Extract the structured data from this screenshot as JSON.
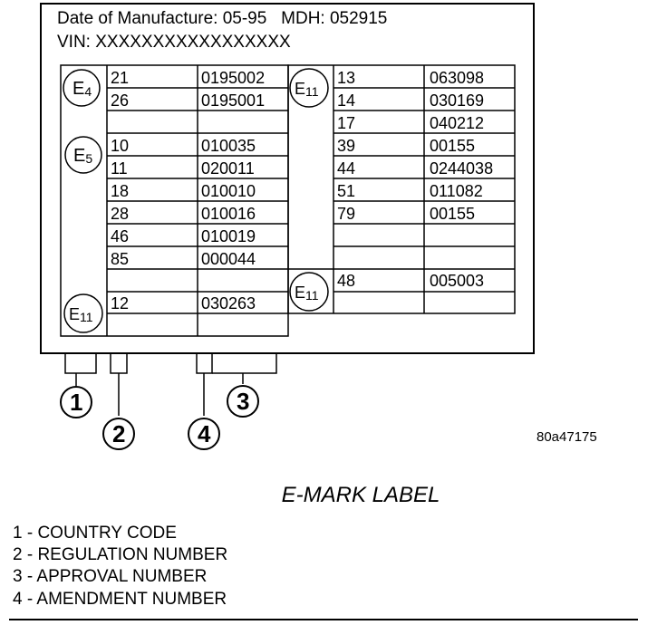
{
  "label": {
    "date_line": "Date of Manufacture: 05-95   MDH: 052915",
    "vin_line": "VIN: XXXXXXXXXXXXXXXXX",
    "left_groups": [
      {
        "code": "E4",
        "rows": [
          [
            "21",
            "0195002"
          ],
          [
            "26",
            "0195001"
          ]
        ]
      },
      {
        "code": "E5",
        "rows": [
          [
            "10",
            "010035"
          ],
          [
            "11",
            "020011"
          ],
          [
            "18",
            "010010"
          ],
          [
            "28",
            "010016"
          ],
          [
            "46",
            "010019"
          ],
          [
            "85",
            "000044"
          ]
        ]
      },
      {
        "code": "E11",
        "rows": [
          [
            "12",
            "030263"
          ]
        ]
      }
    ],
    "right_groups": [
      {
        "code": "E11",
        "rows": [
          [
            "13",
            "063098"
          ],
          [
            "14",
            "030169"
          ],
          [
            "17",
            "040212"
          ],
          [
            "39",
            "00155"
          ],
          [
            "44",
            "0244038"
          ],
          [
            "51",
            "011082"
          ],
          [
            "79",
            "00155"
          ]
        ]
      },
      {
        "code": "E11",
        "rows": [
          [
            "48",
            "005003"
          ]
        ]
      }
    ]
  },
  "callouts": [
    "1",
    "2",
    "3",
    "4"
  ],
  "figure_code": "80a47175",
  "caption": "E-MARK LABEL",
  "legend": [
    "1 - COUNTRY CODE",
    "2 - REGULATION NUMBER",
    "3 - APPROVAL NUMBER",
    "4 - AMENDMENT NUMBER"
  ]
}
